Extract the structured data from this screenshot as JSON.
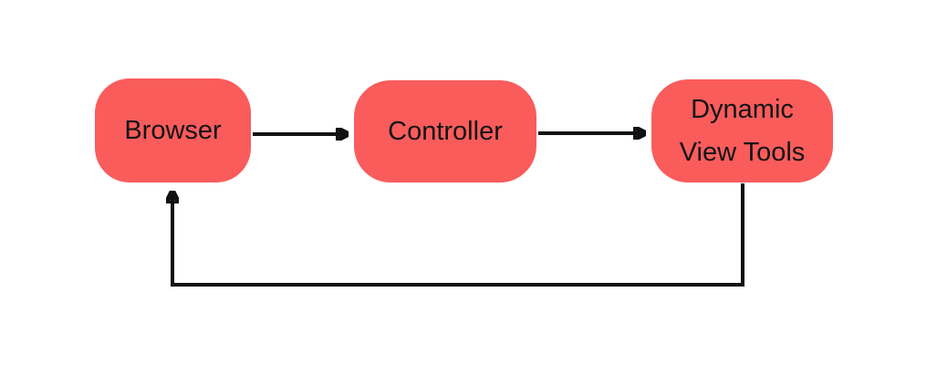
{
  "diagram": {
    "background_color": "#ffffff",
    "node_fill_color": "#fa5c5c",
    "text_color": "#141414",
    "connector_color": "#111111",
    "nodes": [
      {
        "id": "browser",
        "label": "Browser"
      },
      {
        "id": "controller",
        "label": "Controller"
      },
      {
        "id": "dynamic-view-tools",
        "label": "Dynamic View Tools"
      }
    ],
    "edges": [
      {
        "from": "browser",
        "to": "controller",
        "style": "straight-arrow"
      },
      {
        "from": "controller",
        "to": "dynamic-view-tools",
        "style": "straight-arrow"
      },
      {
        "from": "dynamic-view-tools",
        "to": "browser",
        "style": "feedback-loop-arrow"
      }
    ]
  }
}
